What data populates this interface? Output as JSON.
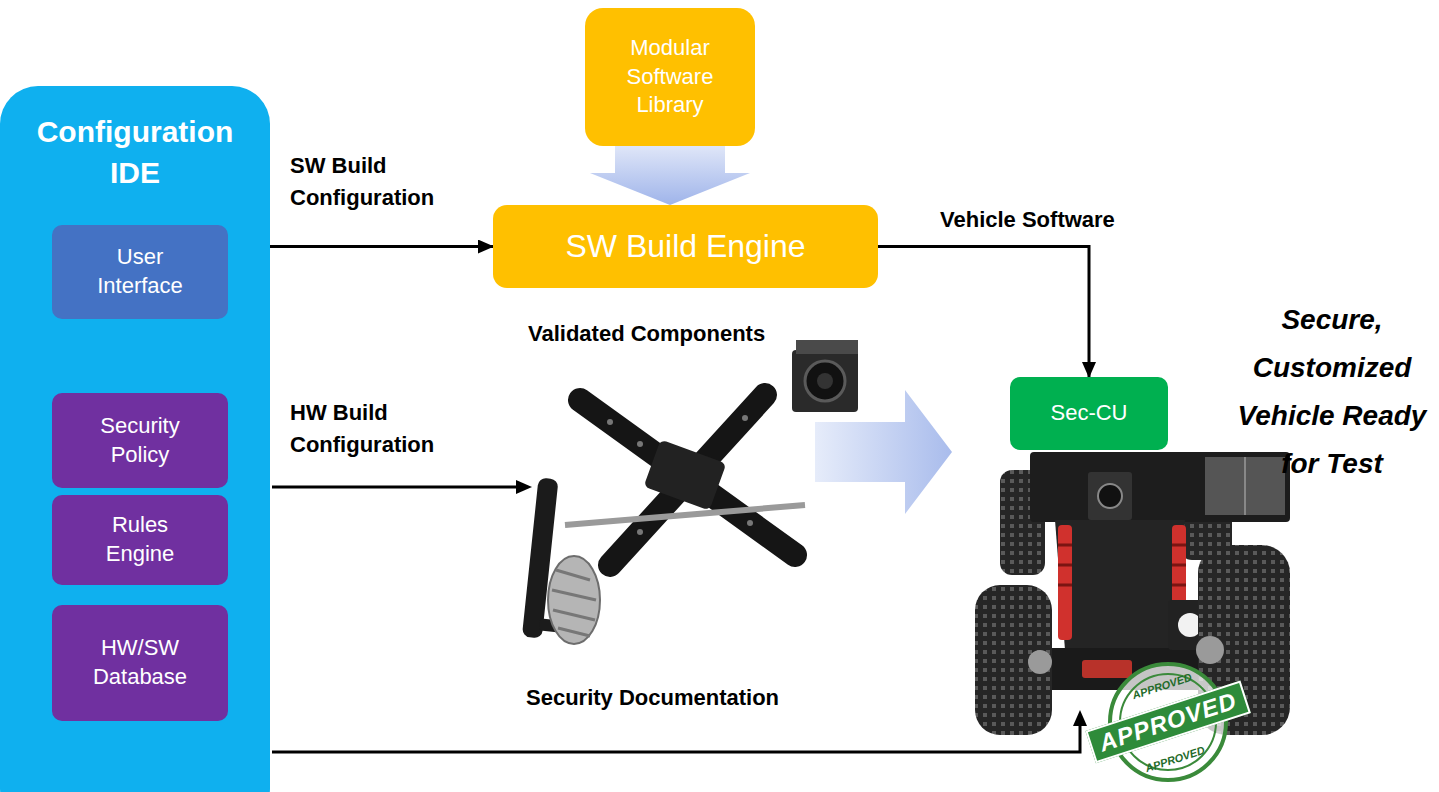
{
  "diagram": {
    "nodes": [
      {
        "text": [
          "Configuration IDE"
        ]
      },
      {
        "text": [
          "User Interface"
        ],
        "in": 0
      },
      {
        "text": [
          "Security Policy"
        ],
        "in": 0
      },
      {
        "text": [
          "Rules Engine"
        ],
        "in": 0
      },
      {
        "text": [
          "HW/SW Database"
        ],
        "in": 0
      },
      {
        "text": [
          "Modular Software Library"
        ]
      },
      {
        "text": [
          "SW Build Engine"
        ]
      },
      {
        "text": [
          "Sec-CU"
        ]
      }
    ],
    "edges": [
      {
        "from": 0,
        "to": 6,
        "label": "SW Build Configuration",
        "arrow": "to"
      },
      {
        "from": 5,
        "to": 6,
        "arrow": "to"
      },
      {
        "from": 6,
        "to": 7,
        "label": "Vehicle Software",
        "arrow": "to"
      }
    ],
    "labels": [
      "HW Build Configuration",
      "Validated Components",
      "Security Documentation",
      "Secure, Customized Vehicle Ready for Test",
      "APPROVED",
      "APPROVED",
      "APPROVED"
    ]
  }
}
